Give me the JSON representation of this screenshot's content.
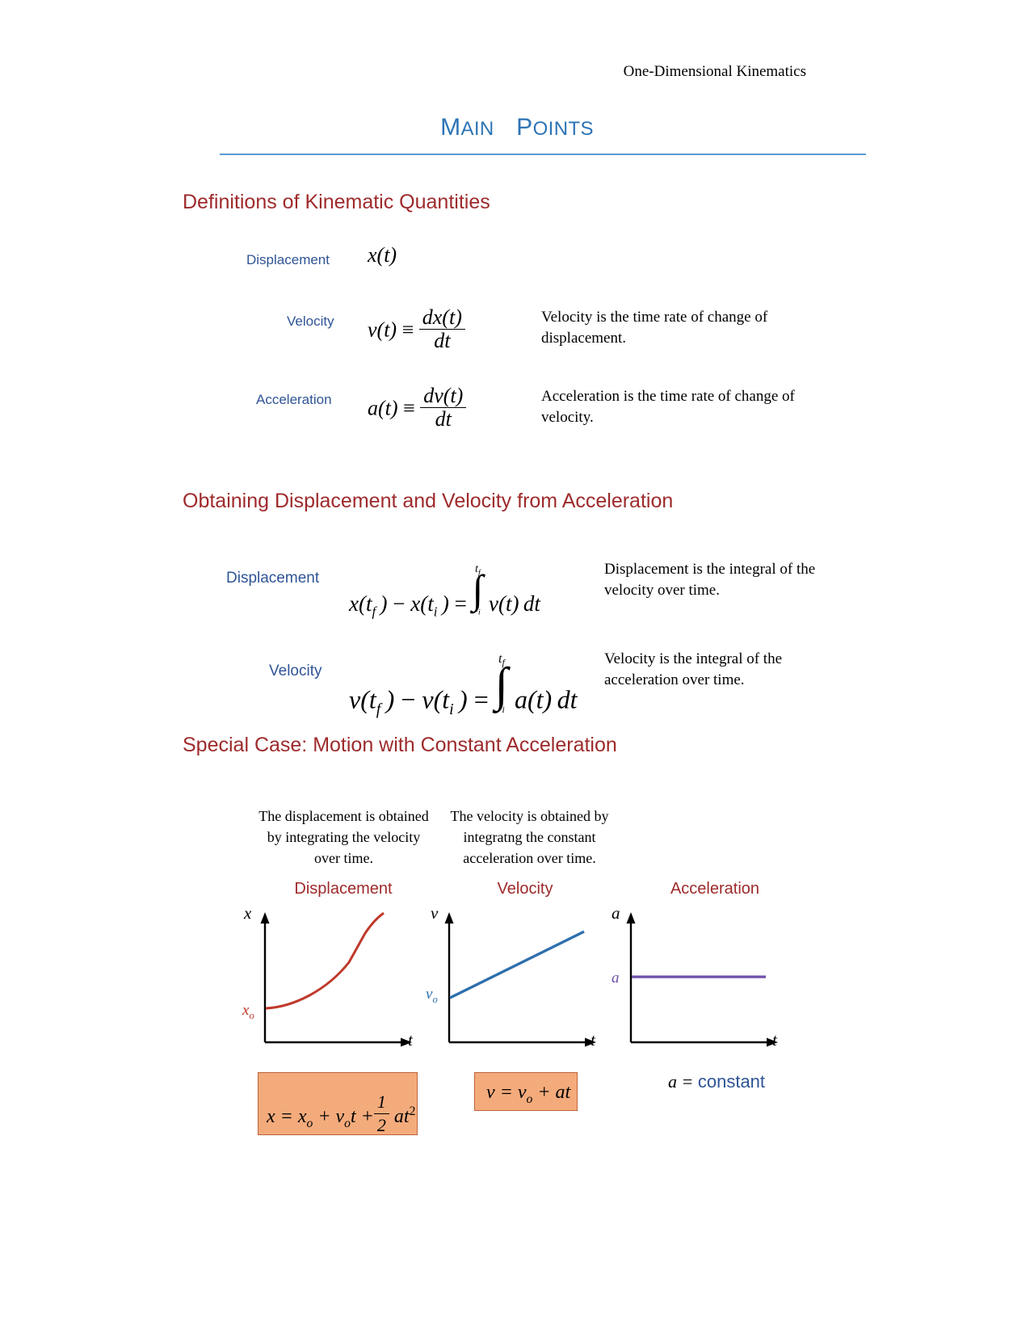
{
  "header": {
    "running_head": "One-Dimensional Kinematics",
    "title_main": "MAIN",
    "title_points": "POINTS"
  },
  "sections": {
    "definitions": {
      "heading": "Definitions of Kinematic Quantities",
      "rows": [
        {
          "label": "Displacement",
          "formula": "x(t)",
          "description": ""
        },
        {
          "label": "Velocity",
          "formula": "v(t) ≡ dx(t)/dt",
          "description": "Velocity is the time rate of change of displacement."
        },
        {
          "label": "Acceleration",
          "formula": "a(t) ≡ dv(t)/dt",
          "description": "Acceleration is the time rate of change of velocity."
        }
      ]
    },
    "obtaining": {
      "heading": "Obtaining Displacement and Velocity from Acceleration",
      "rows": [
        {
          "label": "Displacement",
          "formula": "x(t_f) − x(t_i) = ∫ from t_i to t_f v(t) dt",
          "description": "Displacement is the integral of the velocity over time."
        },
        {
          "label": "Velocity",
          "formula": "v(t_f) − v(t_i) = ∫ from t_i to t_f a(t) dt",
          "description": "Velocity is the integral of the acceleration over time."
        }
      ]
    },
    "special": {
      "heading": "Special Case: Motion with Constant Acceleration",
      "captions": [
        "The displacement is obtained by integrating the velocity over time.",
        "The velocity is obtained by integratng the constant acceleration over time."
      ],
      "graphs": [
        {
          "title": "Displacement",
          "y_axis_label": "x",
          "x_axis_label": "t",
          "intercept_label": "x",
          "intercept_sub": "o",
          "curve_color": "#c0392b",
          "equation": "x = xₒ + vₒt + ½ at²",
          "boxed": true
        },
        {
          "title": "Velocity",
          "y_axis_label": "v",
          "x_axis_label": "t",
          "intercept_label": "v",
          "intercept_sub": "o",
          "curve_color": "#2f6fad",
          "equation": "v = vₒ + at",
          "boxed": true
        },
        {
          "title": "Acceleration",
          "y_axis_label": "a",
          "x_axis_label": "t",
          "intercept_label": "a",
          "intercept_sub": "",
          "curve_color": "#6f4fa8",
          "equation": "a = constant",
          "boxed": false
        }
      ],
      "constant_eq": {
        "lhs": "a =",
        "rhs": "constant"
      }
    }
  },
  "symbols": {
    "identical_to": "≡",
    "minus": "−",
    "integral": "∫",
    "t_sub_f": "t",
    "t_sub_f_sub": "f",
    "t_sub_i": "t",
    "t_sub_i_sub": "i",
    "dt": "dt",
    "one": "1",
    "two": "2"
  },
  "colors": {
    "title_blue": "#2e74b5",
    "rule_blue": "#5b9bd5",
    "heading_red": "#9e2a2b",
    "label_blue": "#2f5496",
    "box_fill": "#f4ab7c",
    "box_border": "#c0633a",
    "displacement_curve": "#c0392b",
    "velocity_line": "#2f6fad",
    "acceleration_line": "#6f4fa8"
  },
  "chart_data": [
    {
      "type": "line",
      "title": "Displacement",
      "xlabel": "t",
      "ylabel": "x",
      "annotation": "xₒ",
      "description": "Upward-curving parabola starting at xₒ on the vertical axis",
      "x": [
        0,
        0.2,
        0.4,
        0.6,
        0.8,
        1.0
      ],
      "y": [
        0.1,
        0.14,
        0.25,
        0.42,
        0.66,
        0.95
      ],
      "color": "#c0392b"
    },
    {
      "type": "line",
      "title": "Velocity",
      "xlabel": "t",
      "ylabel": "v",
      "annotation": "vₒ",
      "description": "Straight line with positive slope starting at vₒ on the vertical axis",
      "x": [
        0,
        1.0
      ],
      "y": [
        0.1,
        0.78
      ],
      "color": "#2f6fad"
    },
    {
      "type": "line",
      "title": "Acceleration",
      "xlabel": "t",
      "ylabel": "a",
      "annotation": "a",
      "description": "Horizontal constant line at value a",
      "x": [
        0,
        1.0
      ],
      "y": [
        0.5,
        0.5
      ],
      "color": "#6f4fa8"
    }
  ]
}
